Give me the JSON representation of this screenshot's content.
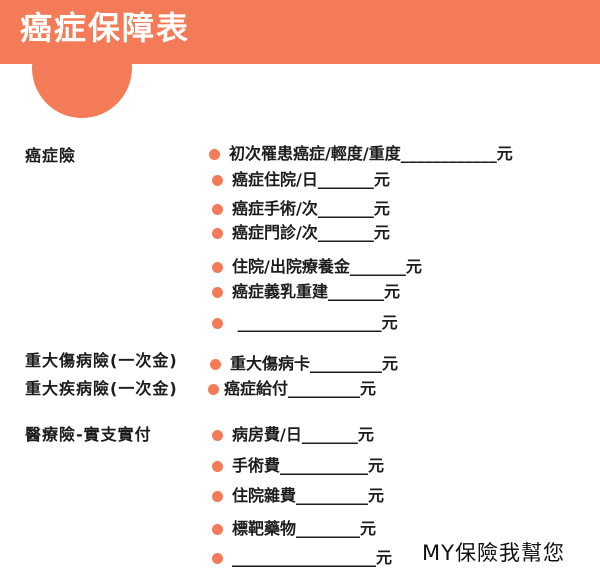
{
  "title": "癌症保障表",
  "categories": {
    "cancer": "癌症險",
    "injury": "重大傷病險(一次金)",
    "illness": "重大疾病險(一次金)",
    "medical": "醫療險-實支實付"
  },
  "items": [
    "初次罹患癌症/輕度/重度____________元",
    "癌症住院/日_______元",
    "癌症手術/次_______元",
    "癌症門診/次_______元",
    "住院/出院療養金_______元",
    "癌症義乳重建_______元",
    " __________________元",
    "重大傷病卡_________元",
    "癌症給付_________元",
    "病房費/日_______元",
    "手術費___________元",
    "住院雜費_________元",
    "標靶藥物________元",
    "__________________元"
  ],
  "watermark": "MY保險我幫您",
  "colors": {
    "accent": "#f47b57"
  }
}
